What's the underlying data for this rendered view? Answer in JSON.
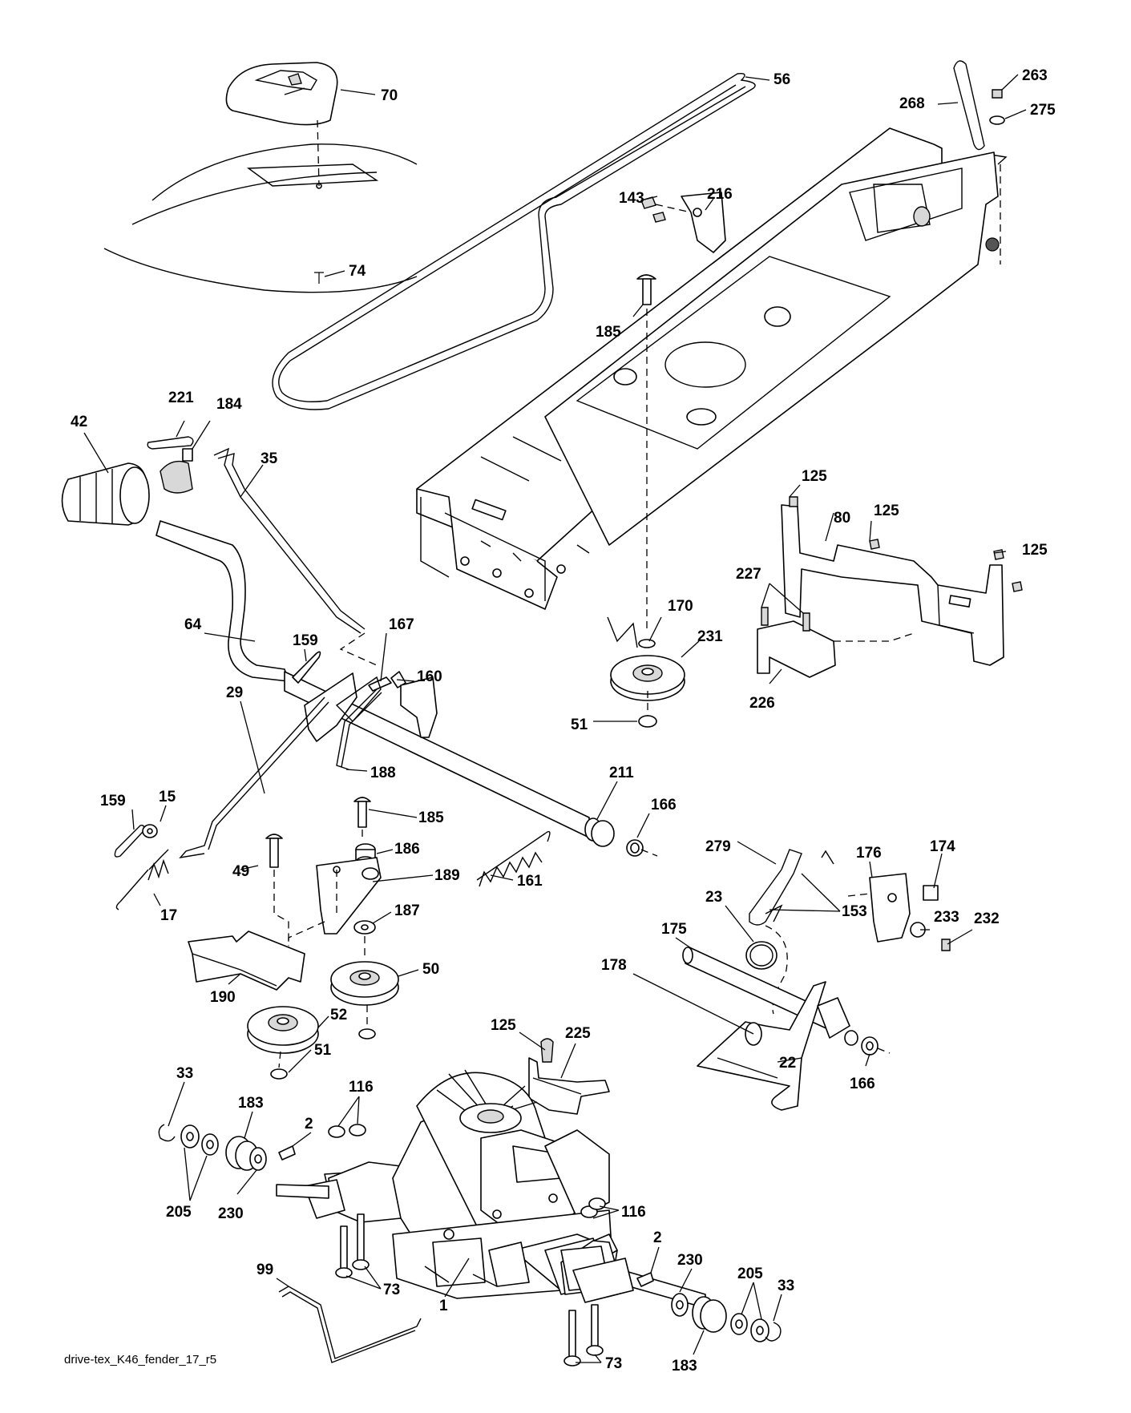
{
  "diagram_id": "drive-tex_K46_fender_17_r5",
  "callouts": [
    "70",
    "56",
    "263",
    "268",
    "275",
    "74",
    "143",
    "216",
    "185",
    "221",
    "184",
    "42",
    "35",
    "125",
    "80",
    "125",
    "125",
    "227",
    "170",
    "231",
    "64",
    "159",
    "167",
    "160",
    "226",
    "51",
    "29",
    "188",
    "211",
    "166",
    "159",
    "15",
    "185",
    "186",
    "279",
    "176",
    "174",
    "49",
    "189",
    "161",
    "23",
    "153",
    "233",
    "232",
    "17",
    "187",
    "175",
    "50",
    "178",
    "190",
    "52",
    "51",
    "125",
    "225",
    "22",
    "166",
    "33",
    "183",
    "116",
    "2",
    "205",
    "230",
    "116",
    "2",
    "230",
    "205",
    "33",
    "99",
    "73",
    "1",
    "73",
    "183"
  ]
}
